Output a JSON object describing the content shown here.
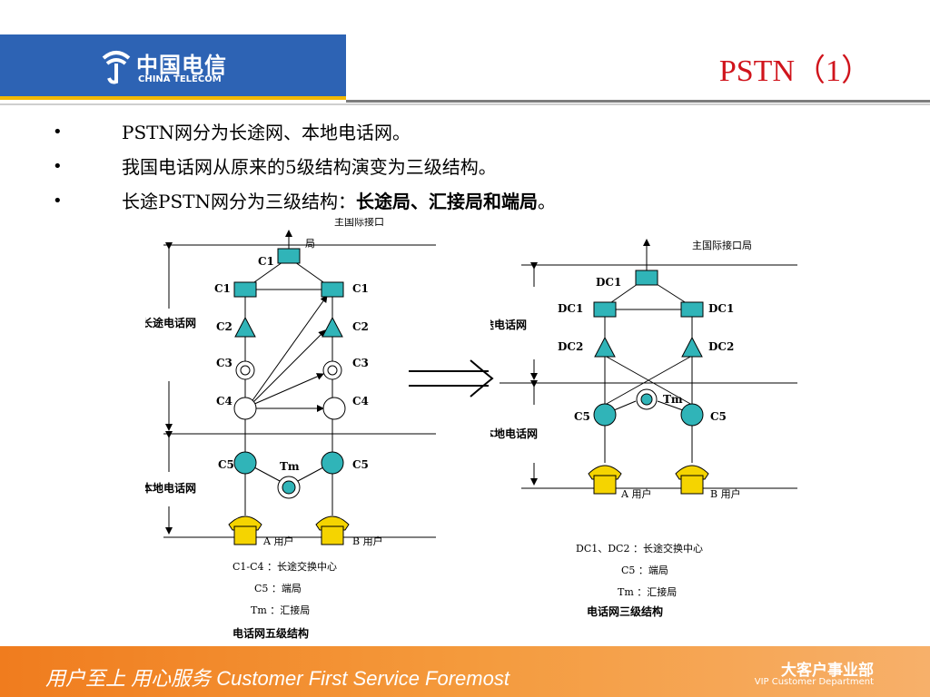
{
  "header": {
    "logo_cn": "中国电信",
    "logo_en": "CHINA TELECOM",
    "title": "PSTN（1）"
  },
  "bullets": [
    {
      "text": "PSTN网分为长途网、本地电话网。"
    },
    {
      "text": "我国电话网从原来的5级结构演变为三级结构。"
    },
    {
      "text_prefix": "长途PSTN网分为三级结构：",
      "text_bold": "长途局、汇接局和端局",
      "text_suffix": "。"
    }
  ],
  "left_diagram": {
    "top_label_1": "主国际接口",
    "top_label_2": "局",
    "long_distance_label": "长途电话网",
    "local_label": "本地电话网",
    "nodes": {
      "c1_top": "C1",
      "c1_left": "C1",
      "c1_right": "C1",
      "c2_left": "C2",
      "c2_right": "C2",
      "c3_left": "C3",
      "c3_right": "C3",
      "c4_left": "C4",
      "c4_right": "C4",
      "c5_left": "C5",
      "c5_right": "C5",
      "tm": "Tm"
    },
    "user_a": "A 用户",
    "user_b": "B 用户",
    "legend_1": "C1-C4 ：长途交换中心",
    "legend_2": "C5 ：端局",
    "legend_3": "Tm ：汇接局",
    "caption": "电话网五级结构"
  },
  "right_diagram": {
    "top_label": "主国际接口局",
    "long_distance_label": "长途电话网",
    "local_label": "本地电话网",
    "nodes": {
      "dc1_top": "DC1",
      "dc1_left": "DC1",
      "dc1_right": "DC1",
      "dc2_left": "DC2",
      "dc2_right": "DC2",
      "c5_left": "C5",
      "c5_right": "C5",
      "tm": "Tm"
    },
    "user_a": "A 用户",
    "user_b": "B 用户",
    "legend_1": "DC1、DC2 ：长途交换中心",
    "legend_2": "C5 ：端局",
    "legend_3": "Tm ：汇接局",
    "caption": "电话网三级结构"
  },
  "footer": {
    "slogan": "用户至上    用心服务  Customer First Service Foremost",
    "dept_cn": "大客户事业部",
    "dept_en": "VIP Customer Department"
  },
  "colors": {
    "brand_blue": "#2d63b4",
    "title_red": "#d0141c",
    "node_teal": "#30b4b8",
    "phone_yellow": "#f5d400",
    "footer_orange": "#f07c1e"
  }
}
